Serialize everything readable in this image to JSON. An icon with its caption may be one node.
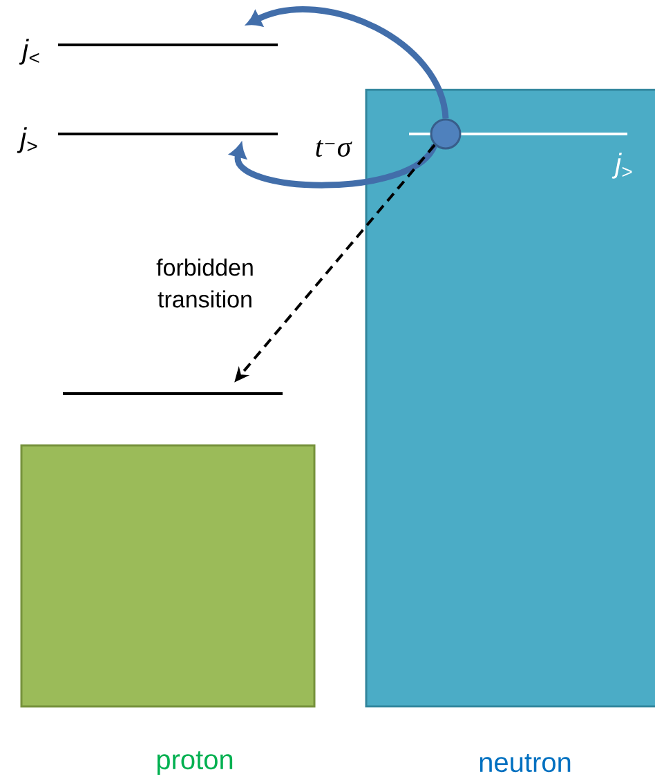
{
  "diagram": {
    "nodes": [
      {
        "text": [
          "j$_{<}$"
        ]
      },
      {
        "text": [
          "j$_{>}$"
        ]
      },
      {
        "text": [],
        "shape": "box",
        "beside": [
          "neutron"
        ]
      },
      {
        "text": [
          "j$_{>}$"
        ],
        "in": 2
      },
      {
        "text": [],
        "shape": "circle",
        "in": 2
      },
      {
        "text": [],
        "shape": "bar"
      },
      {
        "text": [],
        "shape": "box",
        "beside": [
          "proton"
        ]
      }
    ],
    "edges": [
      {
        "from": 4,
        "to": 0,
        "arrow": "to"
      },
      {
        "from": 4,
        "to": 1,
        "arrow": "to",
        "label": "t$^{−}$σ"
      },
      {
        "from": 4,
        "to": 5,
        "arrow": "to",
        "style": "dashed",
        "color": "#000000",
        "label": "forbidden transition"
      }
    ]
  }
}
